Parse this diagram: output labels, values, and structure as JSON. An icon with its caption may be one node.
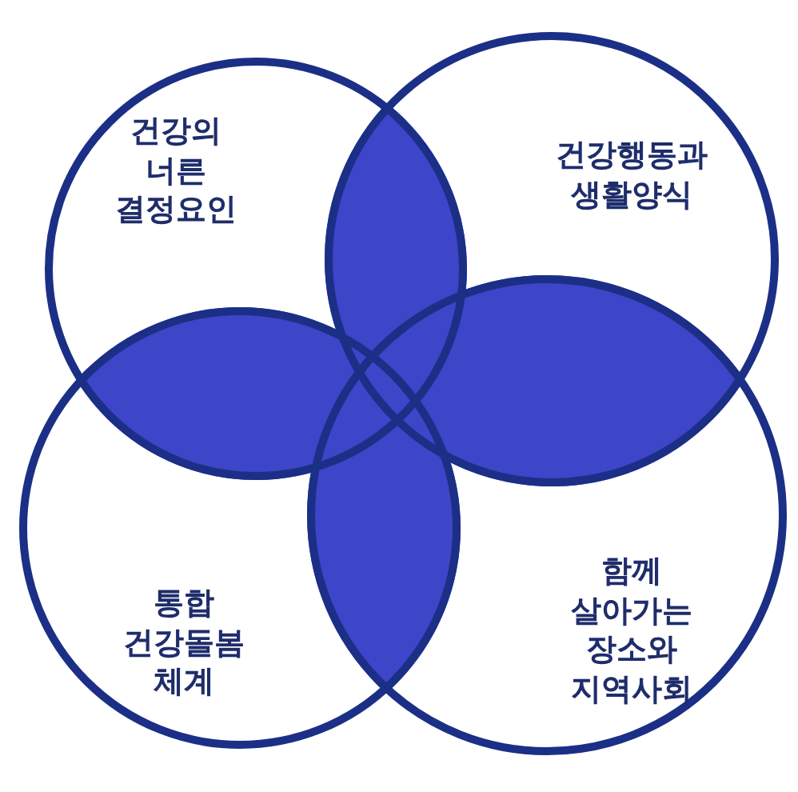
{
  "diagram": {
    "nodes": [
      {
        "text": [
          "건강의 너른 결정요인"
        ]
      },
      {
        "text": [
          "건강행동과 생활양식"
        ]
      },
      {
        "text": [
          "통합 건강돌봄 체계"
        ]
      },
      {
        "text": [
          "함께 살아가는 장소와 지역사회"
        ]
      }
    ],
    "edges": []
  }
}
